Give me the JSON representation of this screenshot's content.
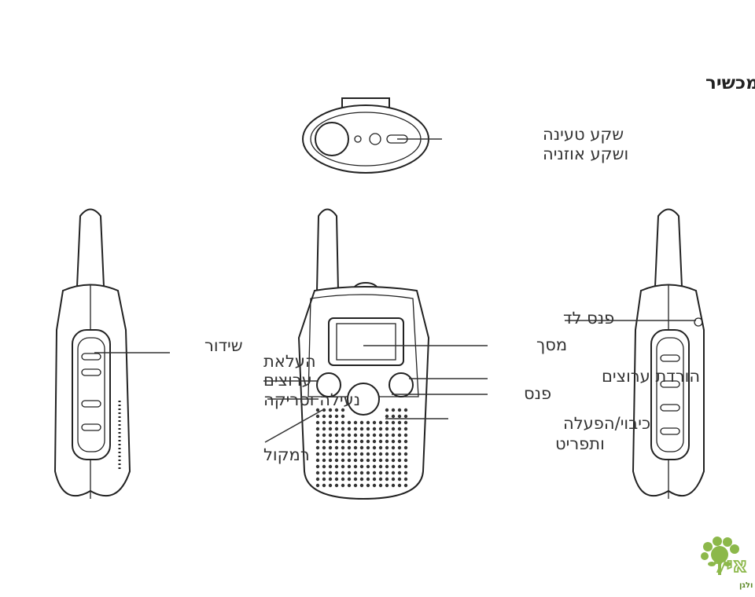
{
  "title": "היכרות עם המכשיר",
  "labels": {
    "charging_jack_1": "שקע טעינה",
    "charging_jack_2": "ושקע אוזניה",
    "transmit": "שידור",
    "channel_up_1": "העלאת",
    "channel_up_2": "ערוצים",
    "lock_scan": "נעילה וסריקה",
    "speaker": "רמקול",
    "screen": "מסך",
    "channel_down": "הורדת ערוצים",
    "flashlight": "פנס",
    "power_menu_1": "כיבוי/הפעלה",
    "power_menu_2": "ותפריט",
    "led_flashlight": "פנס לד"
  },
  "logo": {
    "name": "איל",
    "tagline": "כל מה שצריך לבית ולגן",
    "color": "#8cb84a"
  }
}
